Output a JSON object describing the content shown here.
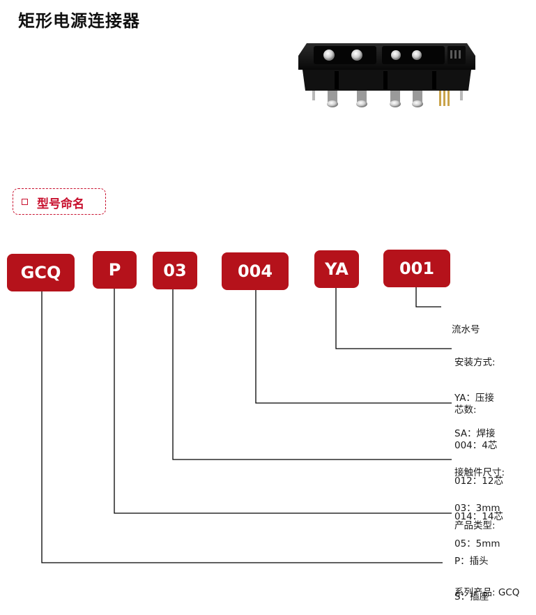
{
  "page": {
    "title": "矩形电源连接器"
  },
  "section": {
    "label": "型号命名"
  },
  "codes": [
    "GCQ",
    "P",
    "03",
    "004",
    "YA",
    "001"
  ],
  "descriptions": {
    "serial": {
      "title": "流水号"
    },
    "install": {
      "title": "安装方式:",
      "lines": [
        "YA：压接",
        "SA：焊接"
      ]
    },
    "cores": {
      "title": "芯数:",
      "lines": [
        "004：4芯",
        "012：12芯",
        "014：14芯"
      ]
    },
    "contact": {
      "title": "接触件尺寸:",
      "lines": [
        "03：3mm",
        "05：5mm"
      ]
    },
    "type": {
      "title": "产品类型:",
      "lines": [
        "P：插头",
        "S：插座"
      ]
    },
    "series": {
      "title": "系列产品: GCQ"
    }
  },
  "colors": {
    "accent": "#b5121b",
    "line": "#000000"
  }
}
